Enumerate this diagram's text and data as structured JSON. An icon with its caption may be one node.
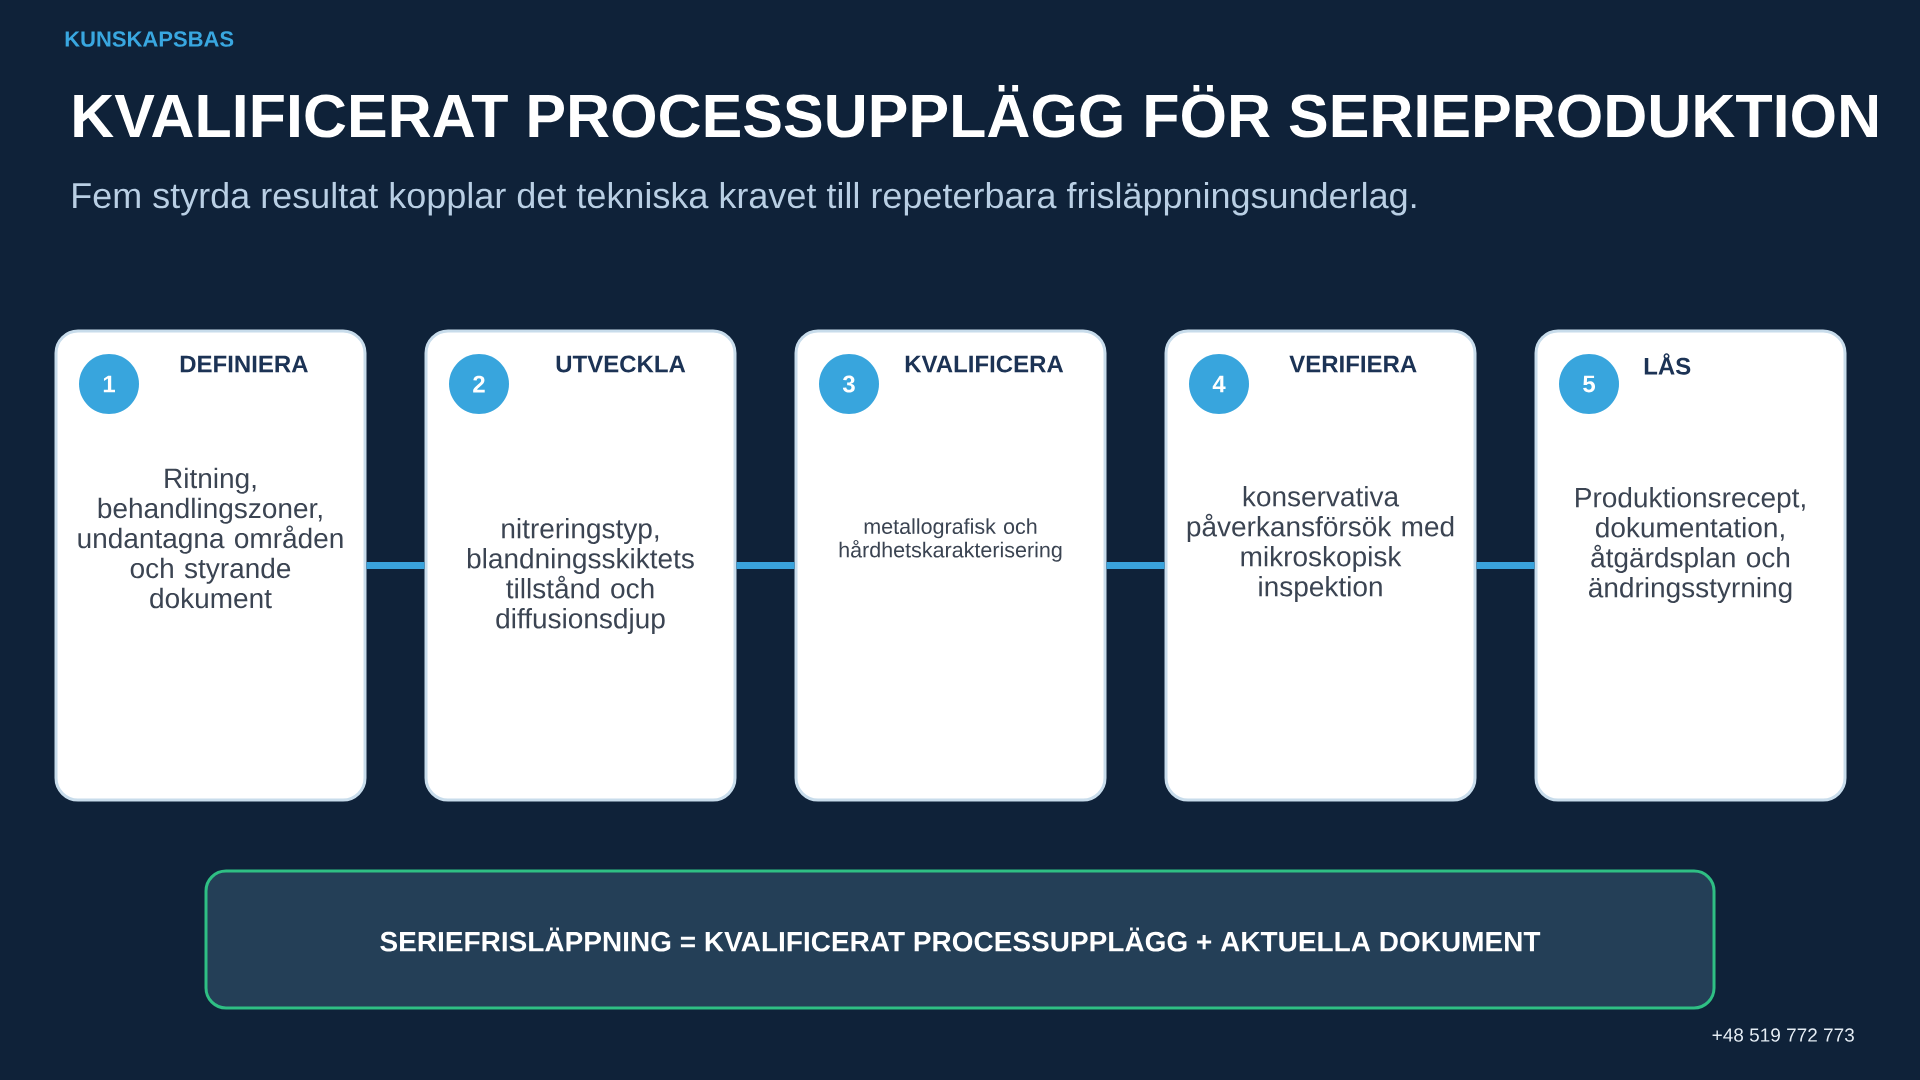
{
  "diagram": {
    "title": "KVALIFICERAT PROCESSUPPLÄGG FÖR SERIEPRODUKTION",
    "nodes": [
      {
        "text": [
          "DEFINIERA",
          "Ritning, behandlingszoner, undantagna områden och styrande dokument"
        ]
      },
      {
        "text": [
          "1"
        ],
        "in": 0
      },
      {
        "text": [
          "UTVECKLA",
          "nitreringstyp, blandningsskiktets tillstånd och diffusionsdjup"
        ]
      },
      {
        "text": [
          "2"
        ],
        "in": 2
      },
      {
        "text": [
          "KVALIFICERA",
          "metallografisk och hårdhetskarakterisering"
        ]
      },
      {
        "text": [
          "3"
        ],
        "in": 4
      },
      {
        "text": [
          "VERIFIERA",
          "konservativa påverkansförsök med mikroskopisk inspektion"
        ]
      },
      {
        "text": [
          "4"
        ],
        "in": 6
      },
      {
        "text": [
          "LÅS",
          "Produktionsrecept, dokumentation, åtgärdsplan och ändringsstyrning"
        ]
      },
      {
        "text": [
          "5"
        ],
        "in": 8
      },
      {
        "text": [
          "SERIEFRISLÄPPNING = KVALIFICERAT PROCESSUPPLÄGG + AKTUELLA DOKUMENT"
        ]
      }
    ],
    "edges": [
      {
        "from": 0,
        "to": 2,
        "arrow": "none"
      },
      {
        "from": 2,
        "to": 4,
        "arrow": "none"
      },
      {
        "from": 4,
        "to": 6,
        "arrow": "none"
      },
      {
        "from": 6,
        "to": 8,
        "arrow": "none"
      }
    ],
    "labels": [
      "KUNSKAPSBAS",
      "Fem styrda resultat kopplar det tekniska kravet till repeterbara frisläppningsunderlag.",
      "+48 519 772 773"
    ]
  }
}
